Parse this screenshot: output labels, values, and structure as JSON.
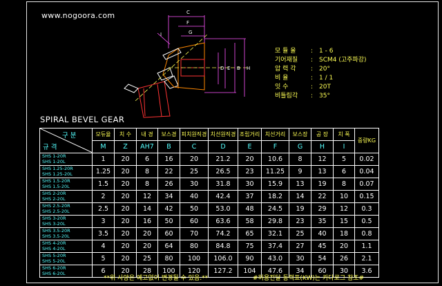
{
  "site_url": "www.nogoora.com",
  "specs": [
    {
      "key": "모 듈 율",
      "value": "1 - 6"
    },
    {
      "key": "기어재질",
      "value": "SCM4 (고주파강)"
    },
    {
      "key": "압 력 각",
      "value": "20°"
    },
    {
      "key": "비     율",
      "value": "1 / 1"
    },
    {
      "key": "잇     수",
      "value": "20T"
    },
    {
      "key": "비틀림각",
      "value": "35°"
    }
  ],
  "dim_letters": [
    "C",
    "F",
    "G",
    "I",
    "D",
    "E",
    "B",
    "H"
  ],
  "title": "SPIRAL BEVEL GEAR",
  "header": {
    "corner_top": "구 분",
    "corner_bottom": "규 격",
    "columns": [
      {
        "kr": "모듀율",
        "sym": "M"
      },
      {
        "kr": "치 수",
        "sym": "Z"
      },
      {
        "kr": "내 경",
        "sym": "AH7"
      },
      {
        "kr": "보스경",
        "sym": "B"
      },
      {
        "kr": "피치원직경",
        "sym": "C"
      },
      {
        "kr": "치선원직경",
        "sym": "D"
      },
      {
        "kr": "조립거리",
        "sym": "E"
      },
      {
        "kr": "치선거리",
        "sym": "F"
      },
      {
        "kr": "보스장",
        "sym": "G"
      },
      {
        "kr": "공 장",
        "sym": "H"
      },
      {
        "kr": "치 폭",
        "sym": "I"
      },
      {
        "kr": "중량KG",
        "sym": ""
      }
    ]
  },
  "rows": [
    {
      "m1": "SHS 1-20R",
      "m2": "SHS 1-20L",
      "v": [
        "1",
        "20",
        "6",
        "16",
        "20",
        "21.2",
        "20",
        "10.6",
        "8",
        "12",
        "5",
        "0.02"
      ]
    },
    {
      "m1": "SHS 1.25-20R",
      "m2": "SHS 1.25-20L",
      "v": [
        "1.25",
        "20",
        "8",
        "22",
        "25",
        "26.5",
        "23",
        "11.25",
        "9",
        "13",
        "6",
        "0.04"
      ]
    },
    {
      "m1": "SHS 1.5-20R",
      "m2": "SHS 1.5-20L",
      "v": [
        "1.5",
        "20",
        "8",
        "26",
        "30",
        "31.8",
        "30",
        "15.9",
        "13",
        "19",
        "8",
        "0.07"
      ]
    },
    {
      "m1": "SHS 2-20R",
      "m2": "SHS 2-20L",
      "v": [
        "2",
        "20",
        "12",
        "34",
        "40",
        "42.4",
        "37",
        "18.2",
        "14",
        "22",
        "10",
        "0.15"
      ]
    },
    {
      "m1": "SHS 2.5-20R",
      "m2": "SHS 2.5-20L",
      "v": [
        "2.5",
        "20",
        "14",
        "42",
        "50",
        "53.0",
        "48",
        "24.5",
        "19",
        "29",
        "12",
        "0.3"
      ]
    },
    {
      "m1": "SHS 3-20R",
      "m2": "SHS 3-20L",
      "v": [
        "3",
        "20",
        "16",
        "50",
        "60",
        "63.6",
        "58",
        "29.8",
        "23",
        "35",
        "15",
        "0.5"
      ]
    },
    {
      "m1": "SHS 3.5-20R",
      "m2": "SHS 3.5-20L",
      "v": [
        "3.5",
        "20",
        "20",
        "60",
        "70",
        "74.2",
        "65",
        "32.1",
        "25",
        "40",
        "18",
        "0.8"
      ]
    },
    {
      "m1": "SHS 4-20R",
      "m2": "SHS 4-20L",
      "v": [
        "4",
        "20",
        "20",
        "64",
        "80",
        "84.8",
        "75",
        "37.4",
        "27",
        "45",
        "20",
        "1.1"
      ]
    },
    {
      "m1": "SHS 5-20R",
      "m2": "SHS 5-20L",
      "v": [
        "5",
        "20",
        "25",
        "80",
        "100",
        "106.0",
        "90",
        "43.0",
        "30",
        "54",
        "26",
        "2.1"
      ]
    },
    {
      "m1": "SHS 6-20R",
      "m2": "SHS 6-20L",
      "v": [
        "6",
        "20",
        "28",
        "100",
        "120",
        "127.2",
        "104",
        "47.6",
        "34",
        "60",
        "30",
        "3.6"
      ]
    }
  ],
  "notes": {
    "left": "**위 사양은 예고없이 변경될 수 있음.**",
    "right": "#허용전달 동력표(KW)는 카다로그 참조#"
  },
  "colors": {
    "yellow": "#ffff55",
    "cyan": "#55ffff",
    "magenta": "#ff55ff",
    "orange": "#ff8800",
    "red": "#ff3333",
    "white": "#ffffff"
  }
}
